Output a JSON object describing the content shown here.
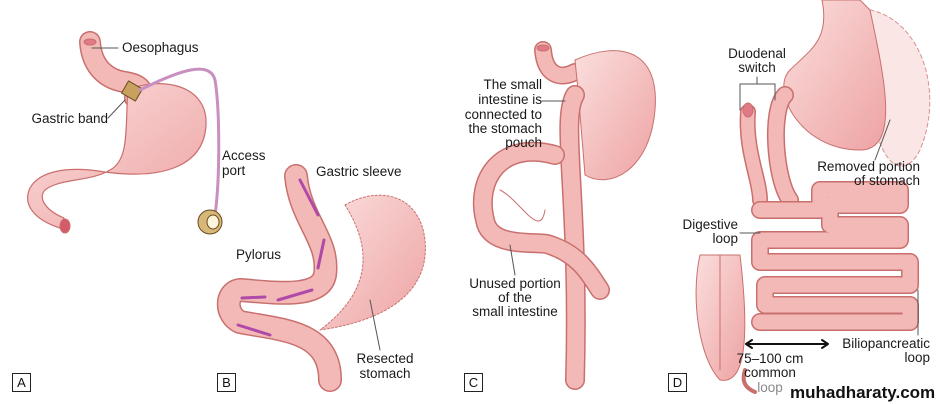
{
  "panels": {
    "A": {
      "letter": "A",
      "labels": {
        "oesophagus": "Oesophagus",
        "gastric_band": "Gastric band",
        "access_port_1": "Access",
        "access_port_2": "port"
      }
    },
    "B": {
      "letter": "B",
      "labels": {
        "gastric_sleeve": "Gastric sleeve",
        "pylorus": "Pylorus",
        "resected_1": "Resected",
        "resected_2": "stomach"
      }
    },
    "C": {
      "letter": "C",
      "labels": {
        "connected_1": "The small",
        "connected_2": "intestine is",
        "connected_3": "connected to",
        "connected_4": "the stomach",
        "connected_5": "pouch",
        "unused_1": "Unused portion",
        "unused_2": "of the",
        "unused_3": "small intestine"
      }
    },
    "D": {
      "letter": "D",
      "labels": {
        "duodenal_1": "Duodenal",
        "duodenal_2": "switch",
        "removed_1": "Removed portion",
        "removed_2": "of stomach",
        "digestive_1": "Digestive",
        "digestive_2": "loop",
        "bilio_1": "Biliopancreatic",
        "bilio_2": "loop",
        "common_1": "75–100 cm",
        "common_2": "common",
        "common_3": "loop"
      }
    }
  },
  "watermark": "muhadharaty.com",
  "colors": {
    "tissue": "#f3b9b7",
    "tissue_edge": "#c9706e",
    "arrow": "#b04aa8",
    "port": "#c8a060",
    "tube": "#c98fc0"
  }
}
